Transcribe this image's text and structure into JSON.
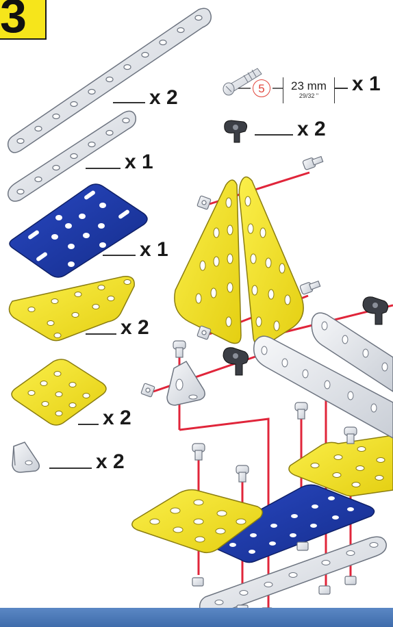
{
  "step": {
    "number": "3"
  },
  "parts": [
    {
      "id": "long-strip",
      "qty": "x 2"
    },
    {
      "id": "medium-strip",
      "qty": "x 1"
    },
    {
      "id": "blue-flat-plate",
      "qty": "x 1"
    },
    {
      "id": "yellow-triangular-plate",
      "qty": "x 2"
    },
    {
      "id": "yellow-square-plate",
      "qty": "x 2"
    },
    {
      "id": "angle-bracket",
      "qty": "x 2"
    },
    {
      "id": "bolt",
      "qty": "x 1",
      "circled_number": "5",
      "length_mm": "23 mm",
      "length_in": "29/32 \""
    },
    {
      "id": "clip",
      "qty": "x 2"
    }
  ],
  "colors": {
    "plate_yellow": "#f3e21e",
    "plate_blue": "#1a3aa8",
    "strip_silver": "#e8ebef",
    "guide_red": "#e0253a",
    "badge_yellow": "#f6e51b",
    "footer_blue": "#4a78b8"
  }
}
